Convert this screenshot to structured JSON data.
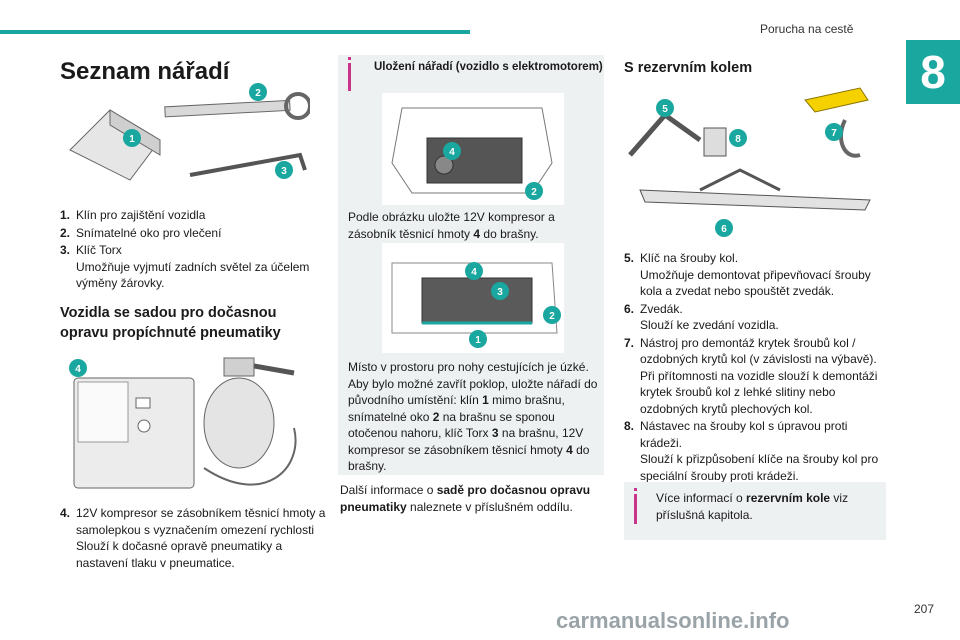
{
  "header": {
    "section": "Porucha na cestě",
    "chapter": "8"
  },
  "left": {
    "title": "Seznam nářadí",
    "items": [
      {
        "num": "1.",
        "text": "Klín pro zajištění vozidla"
      },
      {
        "num": "2.",
        "text": "Snímatelné oko pro vlečení"
      },
      {
        "num": "3.",
        "text": "Klíč Torx",
        "sub": "Umožňuje vyjmutí zadních světel za účelem výměny žárovky."
      }
    ],
    "subheading": "Vozidla se sadou pro dočasnou opravu propíchnuté pneumatiky",
    "item4": {
      "num": "4.",
      "text": "12V kompresor se zásobníkem těsnicí hmoty a samolepkou s vyznačením omezení rychlosti",
      "sub": "Slouží k dočasné opravě pneumatiky a nastavení tlaku v pneumatice."
    },
    "badges": {
      "b1": "1",
      "b2": "2",
      "b3": "3",
      "b4": "4"
    }
  },
  "middle": {
    "box_title": "Uložení nářadí (vozidlo s elektromotorem)",
    "para1_a": "Podle obrázku uložte 12V kompresor a zásobník těsnicí hmoty ",
    "para1_b": "4",
    "para1_c": " do brašny.",
    "para2": {
      "t1": "Místo v prostoru pro nohy cestujících je úzké. Aby bylo možné zavřít poklop, uložte nářadí do původního umístění: klín ",
      "b1": "1",
      "t2": " mimo brašnu, snímatelné oko ",
      "b2": "2",
      "t3": " na brašnu se sponou otočenou nahoru, klíč Torx ",
      "b3": "3",
      "t4": " na brašnu, 12V kompresor se zásobníkem těsnicí hmoty ",
      "b4": "4",
      "t5": " do brašny."
    },
    "after_a": "Další informace o ",
    "after_b": "sadě pro dočasnou opravu pneumatiky",
    "after_c": " naleznete v příslušném oddílu.",
    "badges": {
      "b1": "1",
      "b2": "2",
      "b3": "3",
      "b4": "4"
    }
  },
  "right": {
    "title": "S rezervním kolem",
    "items": [
      {
        "num": "5.",
        "text": "Klíč na šrouby kol.",
        "sub": "Umožňuje demontovat připevňovací šrouby kola a zvedat nebo spouštět zvedák."
      },
      {
        "num": "6.",
        "text": "Zvedák.",
        "sub": "Slouží ke zvedání vozidla."
      },
      {
        "num": "7.",
        "text": "Nástroj pro demontáž krytek šroubů kol / ozdobných krytů kol (v závislosti na výbavě).",
        "sub": "Při přítomnosti na vozidle slouží k demontáži krytek šroubů kol z lehké slitiny nebo ozdobných krytů plechových kol."
      },
      {
        "num": "8.",
        "text": "Nástavec na šrouby kol s úpravou proti krádeži.",
        "sub": "Slouží k přizpůsobení klíče na šrouby kol pro speciální šrouby proti krádeži."
      }
    ],
    "tip_a": "Více informací o ",
    "tip_b": "rezervním kole",
    "tip_c": " viz příslušná kapitola.",
    "badges": {
      "b5": "5",
      "b6": "6",
      "b7": "7",
      "b8": "8"
    }
  },
  "footer": {
    "page": "207",
    "watermark": "carmanualsonline.info"
  },
  "colors": {
    "accent": "#1aa7a0",
    "info": "#c8358a",
    "box": "#eef1f2",
    "badge": "#1aa7a0"
  }
}
